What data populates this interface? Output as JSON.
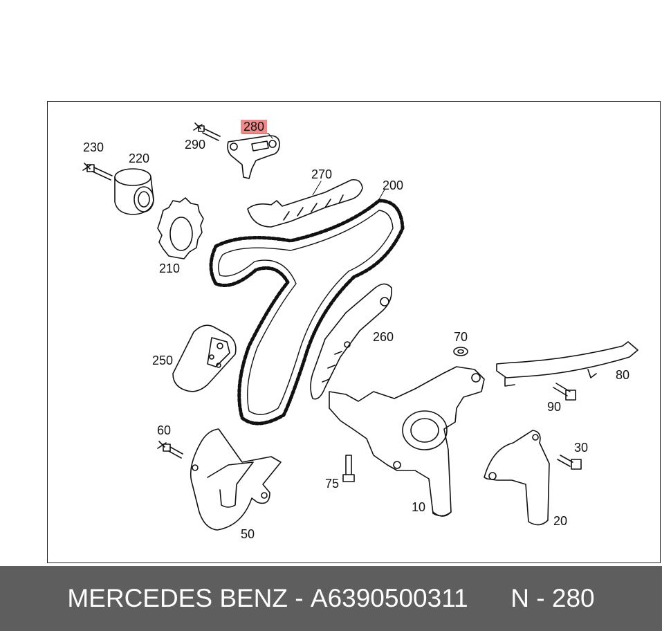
{
  "callouts": {
    "c10": "10",
    "c20": "20",
    "c30": "30",
    "c50": "50",
    "c60": "60",
    "c70": "70",
    "c75": "75",
    "c80": "80",
    "c90": "90",
    "c200": "200",
    "c210": "210",
    "c220": "220",
    "c230": "230",
    "c250": "250",
    "c260": "260",
    "c270": "270",
    "c280": "280",
    "c290": "290"
  },
  "highlight": {
    "part": "280",
    "color": "#f08a8a"
  },
  "footer": {
    "brand": "MERCEDES BENZ",
    "separator": " - ",
    "part_number": "A6390500311",
    "gap": "      ",
    "position": "N - 280",
    "bg_color": "#5e5e5e"
  }
}
